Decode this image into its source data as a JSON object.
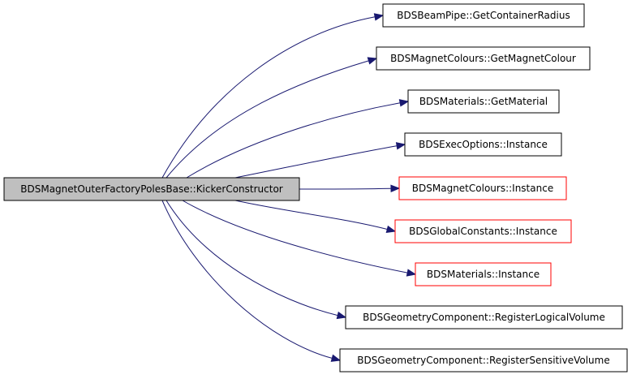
{
  "graph": {
    "colors": {
      "edge": "#191970",
      "source_fill": "#bfbfbf",
      "node_border_normal": "#000000",
      "node_border_linked": "#ff0000",
      "node_fill": "#ffffff"
    },
    "source": {
      "label": "BDSMagnetOuterFactoryPolesBase::KickerConstructor"
    },
    "targets": [
      {
        "label": "BDSBeamPipe::GetContainerRadius",
        "border": "normal"
      },
      {
        "label": "BDSMagnetColours::GetMagnetColour",
        "border": "normal"
      },
      {
        "label": "BDSMaterials::GetMaterial",
        "border": "normal"
      },
      {
        "label": "BDSExecOptions::Instance",
        "border": "normal"
      },
      {
        "label": "BDSMagnetColours::Instance",
        "border": "linked"
      },
      {
        "label": "BDSGlobalConstants::Instance",
        "border": "linked"
      },
      {
        "label": "BDSMaterials::Instance",
        "border": "linked"
      },
      {
        "label": "BDSGeometryComponent::RegisterLogicalVolume",
        "border": "normal"
      },
      {
        "label": "BDSGeometryComponent::RegisterSensitiveVolume",
        "border": "normal"
      }
    ]
  }
}
